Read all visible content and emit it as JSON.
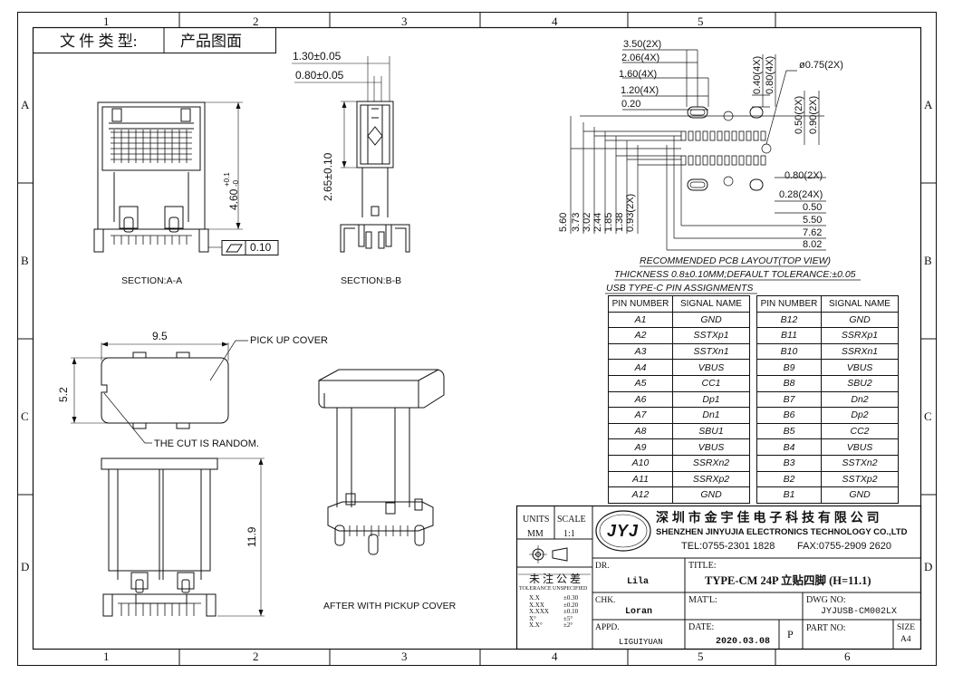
{
  "header": {
    "file_type_label": "文 件 类 型:",
    "file_type_value": "产品图面"
  },
  "border": {
    "columns": [
      "1",
      "2",
      "3",
      "4",
      "5",
      "6"
    ],
    "rows": [
      "A",
      "B",
      "C",
      "D"
    ]
  },
  "section_aa": {
    "label": "SECTION:A-A",
    "height_dim": "4.60",
    "height_tol_plus": "+0.1",
    "height_tol_minus": "-0",
    "flatness_value": "0.10"
  },
  "section_bb": {
    "label": "SECTION:B-B",
    "dim_top1": "1.30±0.05",
    "dim_top2": "0.80±0.05",
    "dim_height": "2.65±0.10"
  },
  "top_view": {
    "width_dim": "9.5",
    "height_dim": "5.2",
    "note_pickup": "PICK UP COVER",
    "note_cut": "THE CUT IS RANDOM."
  },
  "front_view": {
    "height_dim": "11.9"
  },
  "iso_view": {
    "label": "AFTER WITH PICKUP COVER"
  },
  "pcb_layout": {
    "title": "RECOMMENDED PCB LAYOUT(TOP VIEW)",
    "thickness_note": "THICKNESS 0.8±0.10MM;DEFAULT TOLERANCE:±0.05",
    "top_dims": [
      "3.50(2X)",
      "2.06(4X)",
      "1.60(4X)",
      "1.20(4X)",
      "0.20"
    ],
    "top_vertical_dims": [
      "0.40(4X)",
      "0.80(4X)"
    ],
    "hole_dia": "ø0.75(2X)",
    "right_vertical_dims": [
      "0.50(2X)",
      "0.90(2X)"
    ],
    "right_dims": [
      "0.80(2X)",
      "0.28(24X)",
      "0.50",
      "5.50",
      "7.62",
      "8.02"
    ],
    "left_vertical_dims": [
      "5.60",
      "3.73",
      "3.02",
      "2.44",
      "1.85",
      "1.38",
      "0.93(2X)"
    ]
  },
  "pin_table": {
    "title": "USB TYPE-C PIN ASSIGNMENTS",
    "headers": [
      "PIN NUMBER",
      "SIGNAL NAME",
      "PIN NUMBER",
      "SIGNAL NAME"
    ],
    "rows": [
      [
        "A1",
        "GND",
        "B12",
        "GND"
      ],
      [
        "A2",
        "SSTXp1",
        "B11",
        "SSRXp1"
      ],
      [
        "A3",
        "SSTXn1",
        "B10",
        "SSRXn1"
      ],
      [
        "A4",
        "VBUS",
        "B9",
        "VBUS"
      ],
      [
        "A5",
        "CC1",
        "B8",
        "SBU2"
      ],
      [
        "A6",
        "Dp1",
        "B7",
        "Dn2"
      ],
      [
        "A7",
        "Dn1",
        "B6",
        "Dp2"
      ],
      [
        "A8",
        "SBU1",
        "B5",
        "CC2"
      ],
      [
        "A9",
        "VBUS",
        "B4",
        "VBUS"
      ],
      [
        "A10",
        "SSRXn2",
        "B3",
        "SSTXn2"
      ],
      [
        "A11",
        "SSRXp2",
        "B2",
        "SSTXp2"
      ],
      [
        "A12",
        "GND",
        "B1",
        "GND"
      ]
    ]
  },
  "title_block": {
    "units_label": "UNITS",
    "units_value": "MM",
    "scale_label": "SCALE",
    "scale_value": "1:1",
    "logo_text": "JYJ",
    "company_cn": "深 圳 市 金 宇 佳 电 子 科 技 有 限 公 司",
    "company_en": "SHENZHEN JINYUJIA ELECTRONICS TECHNOLOGY CO.,LTD",
    "tel": "TEL:0755-2301 1828",
    "fax": "FAX:0755-2909 2620",
    "tolerance_title": "未 注 公 差",
    "tolerance_sub": "TOLERANCE UNSPECIFIED",
    "tolerances": [
      [
        "X.X",
        "±0.30"
      ],
      [
        "X.XX",
        "±0.20"
      ],
      [
        "X.XXX",
        "±0.10"
      ],
      [
        "X°",
        "±5°"
      ],
      [
        "X.X°",
        "±2°"
      ]
    ],
    "dr_label": "DR.",
    "dr_value": "Lila",
    "chk_label": "CHK.",
    "chk_value": "Loran",
    "appd_label": "APPD.",
    "appd_value": "LIGUIYUAN",
    "title_label": "TITLE:",
    "title_value": "TYPE-CM 24P 立贴四脚 (H=11.1)",
    "matl_label": "MAT'L:",
    "dwg_label": "DWG NO:",
    "dwg_value": "JYJUSB-CM002LX",
    "date_label": "DATE:",
    "date_value": "2020.03.08",
    "p_label": "P",
    "part_label": "PART NO:",
    "size_label": "SIZE",
    "size_value": "A4"
  },
  "colors": {
    "line": "#111111",
    "paper": "#ffffff"
  }
}
